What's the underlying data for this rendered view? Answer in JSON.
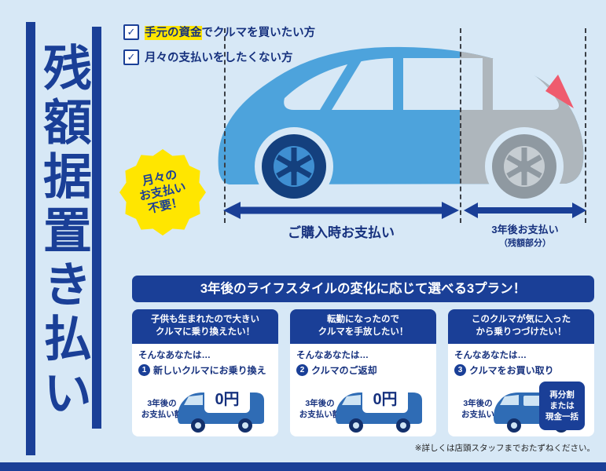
{
  "colors": {
    "navy": "#1a3f97",
    "background": "#d7e8f6",
    "yellow": "#ffe600",
    "car_blue": "#4da3dc",
    "car_gray": "#aeb6bc"
  },
  "title": "残額据置き払い",
  "checklist": {
    "check_glyph": "✓",
    "items": [
      {
        "highlight": "手元の資金",
        "rest": "でクルマを買いたい方"
      },
      {
        "highlight": "",
        "rest": "月々の支払いをしたくない方"
      }
    ]
  },
  "badge": {
    "text": "月々の\nお支払い\n不要！"
  },
  "timeline": {
    "purchase_label": "ご購入時お支払い",
    "residual_line1": "3年後お支払い",
    "residual_line2": "（残額部分）"
  },
  "banner": {
    "text": "3年後のライフスタイルの変化に応じて選べる3プラン！"
  },
  "plans": [
    {
      "header": "子供も生まれたので大きい\nクルマに乗り換えたい！",
      "intro": "そんなあなたは…",
      "num": "1",
      "name": "新しいクルマにお乗り換え",
      "price_label": "3年後の\nお支払い額",
      "price": "0円"
    },
    {
      "header": "転勤になったので\nクルマを手放したい！",
      "intro": "そんなあなたは…",
      "num": "2",
      "name": "クルマのご返却",
      "price_label": "3年後の\nお支払い額",
      "price": "0円"
    },
    {
      "header": "このクルマが気に入った\nから乗りつづけたい！",
      "intro": "そんなあなたは…",
      "num": "3",
      "name": "クルマをお買い取り",
      "price_label": "3年後の\nお支払い",
      "badge": "再分割\nまたは\n現金一括"
    }
  ],
  "footnote": "※詳しくは店頭スタッフまでおたずねください。"
}
